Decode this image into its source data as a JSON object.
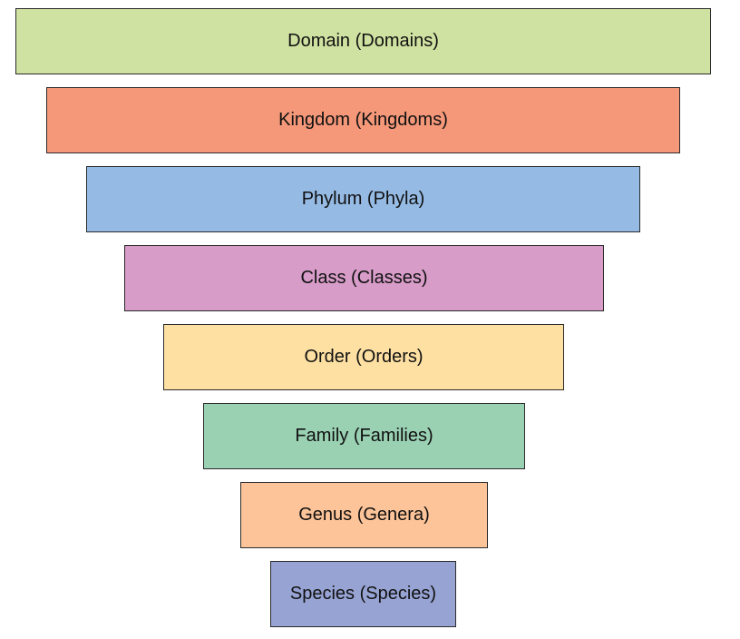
{
  "levels": [
    {
      "label": "Domain (Domains)",
      "color": "#d0e2a1"
    },
    {
      "label": "Kingdom (Kingdoms)",
      "color": "#f49879"
    },
    {
      "label": "Phylum (Phyla)",
      "color": "#95bae4"
    },
    {
      "label": "Class (Classes)",
      "color": "#d79cc8"
    },
    {
      "label": "Order (Orders)",
      "color": "#fee0a3"
    },
    {
      "label": "Family (Families)",
      "color": "#9ad1b3"
    },
    {
      "label": "Genus (Genera)",
      "color": "#fdc499"
    },
    {
      "label": "Species (Species)",
      "color": "#97a3d3"
    }
  ]
}
